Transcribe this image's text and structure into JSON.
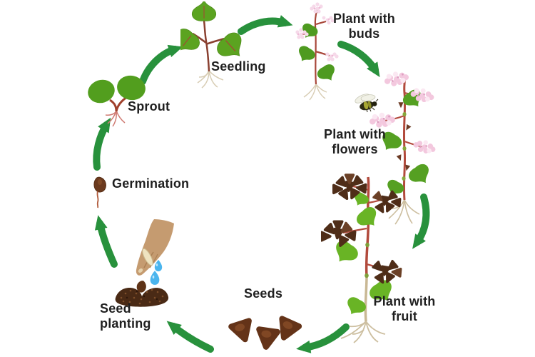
{
  "diagram": {
    "background_color": "#ffffff",
    "arrow_color": "#28913c",
    "text_color": "#1f1f1f",
    "leaf_green": "#5ba320",
    "bright_leaf_green": "#69b425",
    "sprout_green": "#529e1e",
    "stem_red": "#b24a3c",
    "flower_pink": "#f3c8de",
    "bud_pink": "#f6d9e9",
    "seed_brown": "#643318",
    "soil_brown": "#4a2a15",
    "water_blue": "#4ab5ee",
    "hand_tan": "#c59b70",
    "root_tan": "#cdbfa0",
    "stages": [
      {
        "id": "seedling",
        "label": "Seedling"
      },
      {
        "id": "plant-with-buds",
        "label": "Plant with buds"
      },
      {
        "id": "plant-with-flowers",
        "label": "Plant with flowers"
      },
      {
        "id": "plant-with-fruit",
        "label": "Plant with fruit"
      },
      {
        "id": "seeds",
        "label": "Seeds"
      },
      {
        "id": "seed-planting",
        "label": "Seed planting"
      },
      {
        "id": "germination",
        "label": "Germination"
      },
      {
        "id": "sprout",
        "label": "Sprout"
      }
    ]
  }
}
